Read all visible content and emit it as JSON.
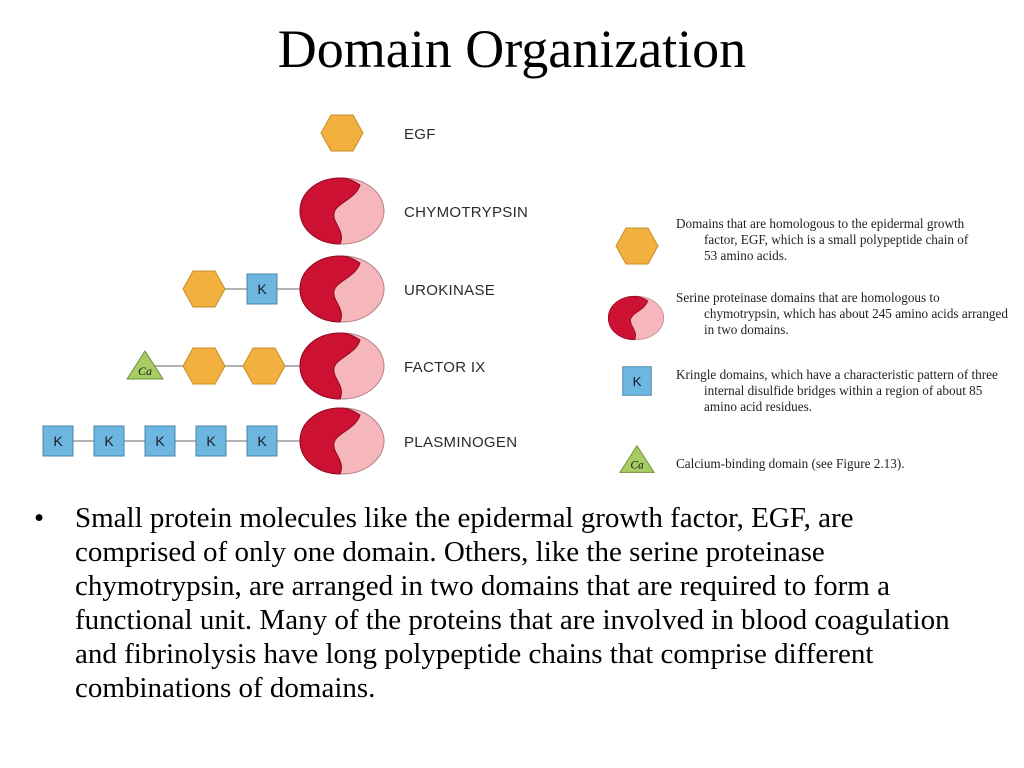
{
  "title": "Domain Organization",
  "diagram": {
    "proteins": [
      {
        "name": "EGF",
        "domains": [
          "egf"
        ]
      },
      {
        "name": "CHYMOTRYPSIN",
        "domains": [
          "serine-proteinase"
        ]
      },
      {
        "name": "UROKINASE",
        "domains": [
          "egf",
          "kringle",
          "serine-proteinase"
        ]
      },
      {
        "name": "FACTOR IX",
        "domains": [
          "calcium-binding",
          "egf",
          "egf",
          "serine-proteinase"
        ]
      },
      {
        "name": "PLASMINOGEN",
        "domains": [
          "kringle",
          "kringle",
          "kringle",
          "kringle",
          "kringle",
          "serine-proteinase"
        ]
      }
    ],
    "kringle_label": "K",
    "calcium_label": "Ca",
    "colors": {
      "egf": "#f2b03e",
      "serine_dark": "#cc1133",
      "serine_light": "#f6b7bc",
      "kringle": "#6cb6df",
      "calcium": "#a7cc63"
    },
    "legend": [
      {
        "icon": "egf",
        "text": "Domains that are homologous to the epidermal growth factor, EGF, which is a small polypeptide chain of 53 amino acids."
      },
      {
        "icon": "serine-proteinase",
        "text": "Serine proteinase domains that are homologous to chymotrypsin, which has about 245 amino acids arranged in two domains."
      },
      {
        "icon": "kringle",
        "text": "Kringle domains, which have a characteristic pattern of three internal disulfide bridges within a region of about 85 amino acid residues."
      },
      {
        "icon": "calcium-binding",
        "text": "Calcium-binding domain (see Figure 2.13)."
      }
    ]
  },
  "bullet": "Small protein molecules like the epidermal growth factor, EGF, are comprised of only one domain. Others, like the serine proteinase chymotrypsin, are arranged in two domains that are required to form a functional unit. Many of the proteins that are involved in blood coagulation and fibrinolysis have long polypeptide chains that comprise different combinations of domains."
}
